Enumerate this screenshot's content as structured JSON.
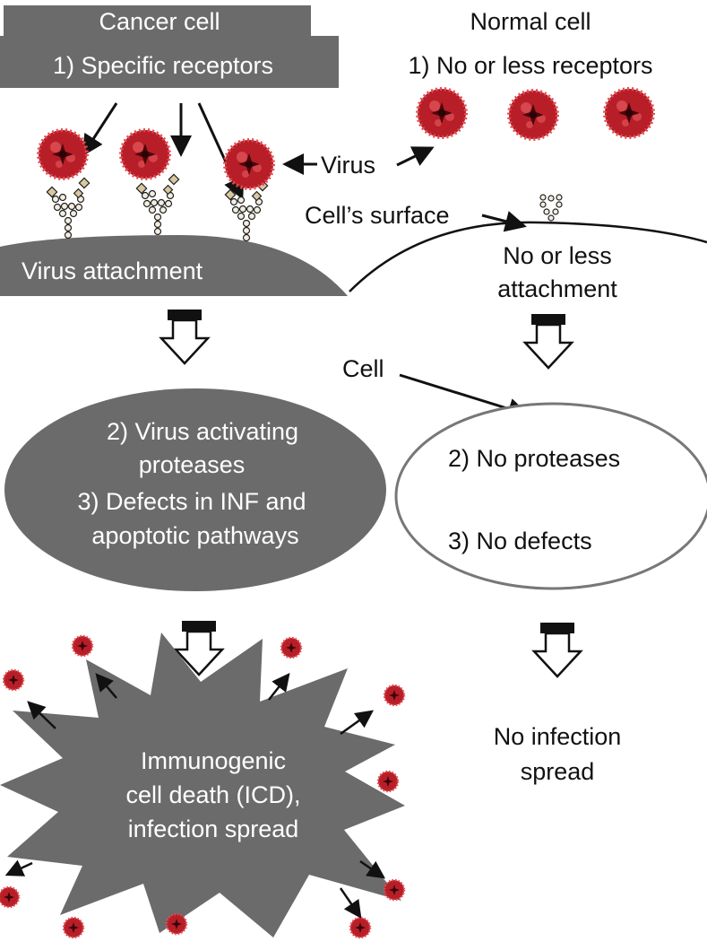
{
  "colors": {
    "cancer_fill": "#6b6b6b",
    "virus_red": "#c0202a",
    "virus_dark": "#5a0a10",
    "receptor_fill": "#f3eee0",
    "receptor_diamond": "#d9c79f",
    "normal_stroke": "#777777",
    "arrow_black": "#111111"
  },
  "icons": {
    "virus": "virus-icon",
    "receptor": "receptor-icon",
    "block_arrow": "hollow-down-arrow-icon",
    "explosion": "starburst-shape"
  },
  "cancer": {
    "header_title": "Cancer cell",
    "header_subtitle": "1) Specific receptors",
    "attachment_label": "Virus attachment",
    "oval_lines": [
      "2) Virus activating",
      "proteases",
      "3) Defects in INF and",
      "apoptotic pathways"
    ],
    "outcome_lines": [
      "Immunogenic",
      "cell death (ICD),",
      "infection spread"
    ]
  },
  "normal": {
    "header_title": "Normal cell",
    "header_subtitle": "1) No or less receptors",
    "attachment_lines": [
      "No or less",
      "attachment"
    ],
    "oval_line_1": "2) No proteases",
    "oval_line_2": "3) No defects",
    "outcome_lines": [
      "No infection",
      "spread"
    ]
  },
  "labels": {
    "virus": "Virus",
    "cell_surface": "Cell’s surface",
    "cell": "Cell"
  }
}
